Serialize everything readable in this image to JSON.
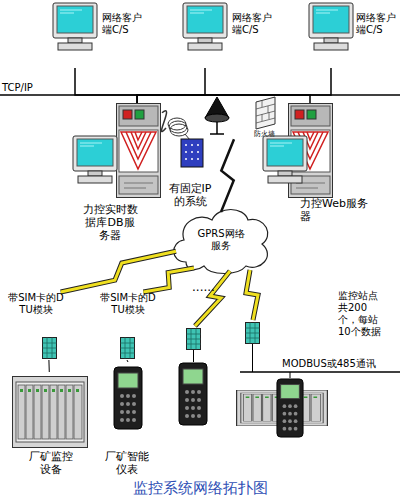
{
  "diagram": {
    "caption": "监控系统网络拓扑图",
    "nodes": [
      {
        "text": [
          "网络客户端C/S"
        ]
      },
      {
        "text": [
          "网络客户端C/S"
        ]
      },
      {
        "text": [
          "网络客户端C/S"
        ]
      },
      {
        "text": [
          "力控实时数据库DB服务器"
        ]
      },
      {
        "text": [
          "有固定IP的系统"
        ]
      },
      {
        "text": [
          "力控Web服务器"
        ]
      },
      {
        "text": [
          "GPRS网络服务"
        ]
      },
      {
        "text": [
          "带SIM卡的DTU模块"
        ]
      },
      {
        "text": [
          "带SIM卡的DTU模块"
        ]
      },
      {
        "text": [
          "厂矿监控设备"
        ]
      },
      {
        "text": [
          "厂矿智能仪表"
        ]
      }
    ],
    "edges": [
      {
        "from": 0,
        "to": 3,
        "arrow": "none"
      },
      {
        "from": 1,
        "to": 3,
        "arrow": "none"
      },
      {
        "from": 2,
        "to": 3,
        "arrow": "none"
      },
      {
        "from": 3,
        "to": 5,
        "arrow": "none"
      },
      {
        "from": 3,
        "to": 4,
        "arrow": "none"
      },
      {
        "from": 4,
        "to": 6,
        "arrow": "none"
      },
      {
        "from": 6,
        "to": 7,
        "arrow": "none"
      },
      {
        "from": 6,
        "to": 8,
        "arrow": "none"
      },
      {
        "from": 7,
        "to": 9,
        "arrow": "none"
      },
      {
        "from": 8,
        "to": 10,
        "arrow": "none"
      }
    ],
    "labels": [
      "TCP/IP",
      "防火墙",
      "......",
      "监控站点共200个，每站10个数据",
      "MODBUS或485通讯"
    ]
  }
}
